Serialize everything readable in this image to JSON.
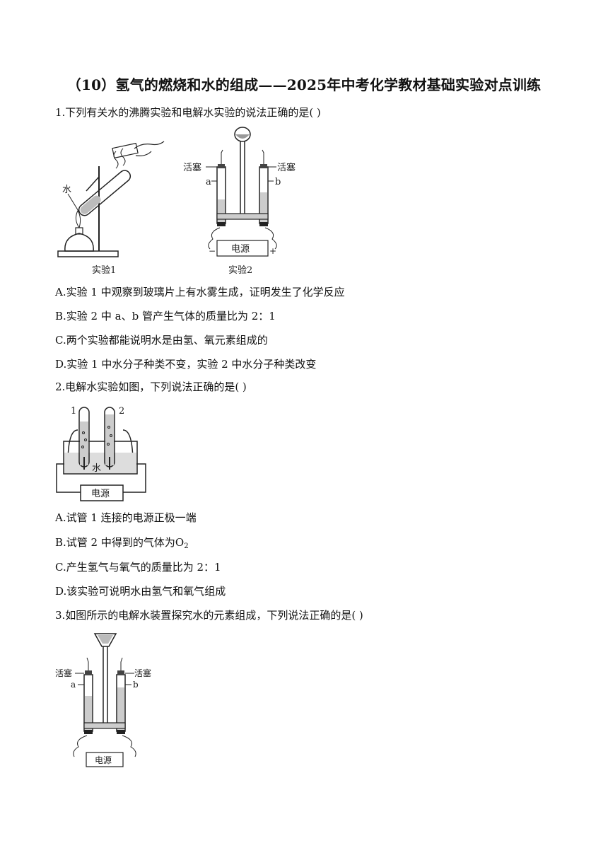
{
  "title": "（10）氢气的燃烧和水的组成——2025年中考化学教材基础实验对点训练",
  "q1": {
    "stem": "1.下列有关水的沸腾实验和电解水实验的说法正确的是(   )",
    "fig1": {
      "water_label": "水",
      "caption": "实验1"
    },
    "fig2": {
      "stopcock_left": "活塞",
      "stopcock_right": "活塞",
      "tube_a": "a",
      "tube_b": "b",
      "power": "电源",
      "minus": "−",
      "plus": "+",
      "caption": "实验2"
    },
    "options": {
      "a": "A.实验 1 中观察到玻璃片上有水雾生成，证明发生了化学反应",
      "b": "B.实验 2 中 a、b 管产生气体的质量比为 2：1",
      "c": "C.两个实验都能说明水是由氢、氧元素组成的",
      "d": "D.实验 1 中水分子种类不变，实验 2 中水分子种类改变"
    }
  },
  "q2": {
    "stem": "2.电解水实验如图，下列说法正确的是(   )",
    "fig": {
      "tube1": "1",
      "tube2": "2",
      "water": "水",
      "power": "电源"
    },
    "options": {
      "a": "A.试管 1 连接的电源正极一端",
      "b_prefix": "B.试管 2 中得到的气体为",
      "b_formula": "O",
      "b_sub": "2",
      "c": "C.产生氢气与氧气的质量比为 2：1",
      "d": "D.该实验可说明水由氢气和氧气组成"
    }
  },
  "q3": {
    "stem": "3.如图所示的电解水装置探究水的元素组成，下列说法正确的是(   )",
    "fig": {
      "stopcock_left": "活塞",
      "stopcock_right": "活塞",
      "tube_a": "a",
      "tube_b": "b",
      "power": "电源"
    }
  }
}
